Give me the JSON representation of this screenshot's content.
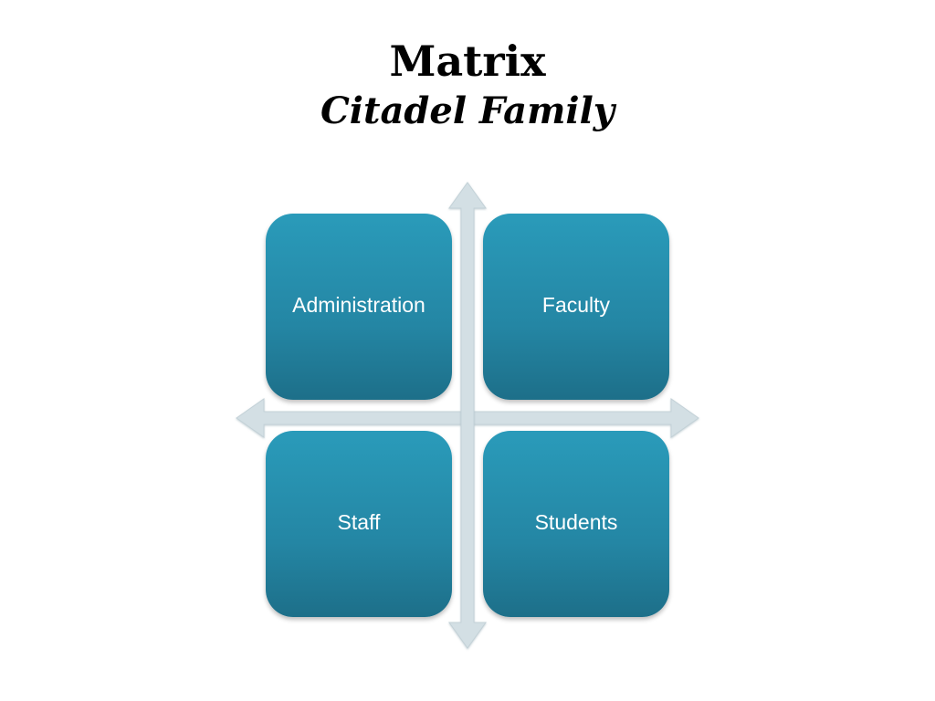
{
  "slide": {
    "title": "Matrix",
    "subtitle": "Citadel Family"
  },
  "matrix": {
    "quadrants": [
      {
        "label": "Administration"
      },
      {
        "label": "Faculty"
      },
      {
        "label": "Staff"
      },
      {
        "label": "Students"
      }
    ]
  },
  "colors": {
    "quadrant_fill_top": "#2a9bba",
    "quadrant_fill_bottom": "#1d6f89",
    "axis_fill": "#d3dfe4",
    "label_text": "#ffffff"
  }
}
